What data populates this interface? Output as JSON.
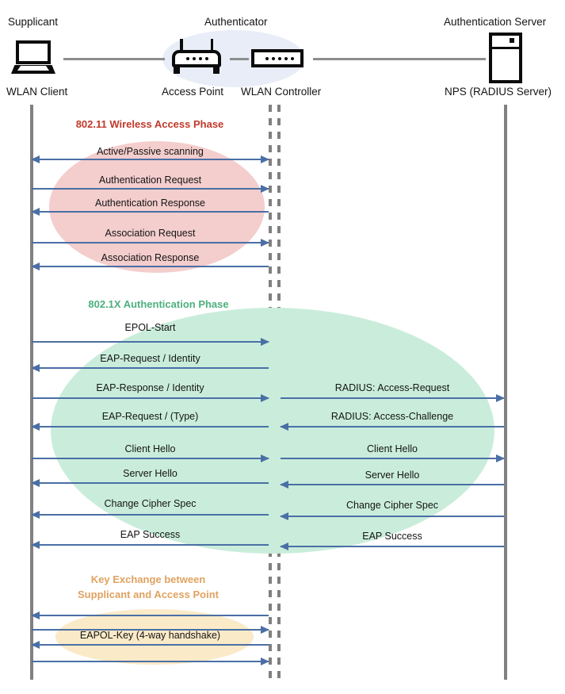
{
  "diagram": {
    "title": "802.1X / EAP WLAN authentication sequence",
    "colors": {
      "arrow": "#4a6fa5",
      "lifeline": "#808080",
      "phase_red": "#c0392b",
      "phase_green": "#4caf7d",
      "phase_orange": "#e0a260",
      "blob_red": "#f4cdcd",
      "blob_green": "#caeddb",
      "blob_amber": "#fbeac8",
      "authenticator_blob": "#e8edf8"
    }
  },
  "roles": [
    {
      "id": "supplicant",
      "title": "Supplicant"
    },
    {
      "id": "authenticator",
      "title": "Authenticator"
    },
    {
      "id": "auth-server",
      "title": "Authentication Server"
    }
  ],
  "nodes": [
    {
      "id": "wlan-client",
      "label": "WLAN Client",
      "icon": "laptop-icon"
    },
    {
      "id": "access-point",
      "label": "Access Point",
      "icon": "access-point-icon"
    },
    {
      "id": "wlan-controller",
      "label": "WLAN Controller",
      "icon": "wlan-controller-icon"
    },
    {
      "id": "nps",
      "label": "NPS (RADIUS Server)",
      "icon": "server-icon"
    }
  ],
  "phases": [
    {
      "id": "wireless-access",
      "title": "802.11 Wireless Access Phase",
      "color": "#c0392b",
      "messages": [
        {
          "label": "Active/Passive scanning",
          "direction": "both",
          "side": "left"
        },
        {
          "label": "Authentication Request",
          "direction": "right",
          "side": "left"
        },
        {
          "label": "Authentication Response",
          "direction": "left",
          "side": "left"
        },
        {
          "label": "Association Request",
          "direction": "right",
          "side": "left"
        },
        {
          "label": "Association Response",
          "direction": "left",
          "side": "left"
        }
      ]
    },
    {
      "id": "dot1x-authentication",
      "title": "802.1X Authentication Phase",
      "color": "#4caf7d",
      "messages": [
        {
          "label": "EPOL-Start",
          "direction": "right",
          "side": "left"
        },
        {
          "label": "EAP-Request / Identity",
          "direction": "left",
          "side": "left"
        },
        {
          "label": "EAP-Response / Identity",
          "direction": "right",
          "side": "left"
        },
        {
          "label": "EAP-Request / (Type)",
          "direction": "left",
          "side": "left"
        },
        {
          "label": "Client Hello",
          "direction": "right",
          "side": "left"
        },
        {
          "label": "Server Hello",
          "direction": "left",
          "side": "left"
        },
        {
          "label": "Change Cipher Spec",
          "direction": "left",
          "side": "left"
        },
        {
          "label": "EAP Success",
          "direction": "left",
          "side": "left"
        },
        {
          "label": "RADIUS: Access-Request",
          "direction": "right",
          "side": "right"
        },
        {
          "label": "RADIUS: Access-Challenge",
          "direction": "left",
          "side": "right"
        },
        {
          "label": "Client Hello",
          "direction": "right",
          "side": "right"
        },
        {
          "label": "Server Hello",
          "direction": "left",
          "side": "right"
        },
        {
          "label": "Change Cipher Spec",
          "direction": "left",
          "side": "right"
        },
        {
          "label": "EAP Success",
          "direction": "left",
          "side": "right"
        }
      ]
    },
    {
      "id": "key-exchange",
      "title_line1": "Key Exchange between",
      "title_line2": "Supplicant and Access Point",
      "color": "#e0a260",
      "messages": [
        {
          "label": "",
          "direction": "left",
          "side": "left"
        },
        {
          "label": "",
          "direction": "right",
          "side": "left"
        },
        {
          "label": "EAPOL-Key (4-way handshake)",
          "direction": "left",
          "side": "left"
        },
        {
          "label": "",
          "direction": "right",
          "side": "left"
        }
      ]
    }
  ]
}
